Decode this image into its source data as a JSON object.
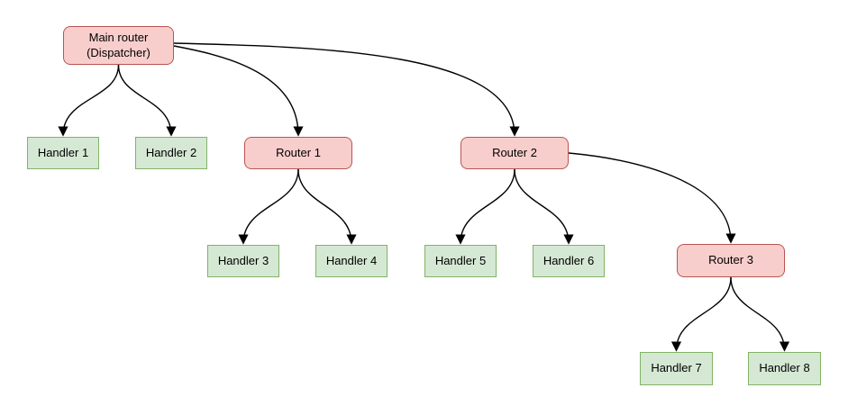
{
  "diagram_type": "tree",
  "colors": {
    "background": "#ffffff",
    "router_fill": "#f8cecc",
    "router_border": "#b85450",
    "handler_fill": "#d5e8d4",
    "handler_border": "#82b366",
    "edge": "#000000",
    "text": "#000000"
  },
  "nodes": [
    {
      "id": "main-router",
      "type": "router",
      "label": "Main router\n(Dispatcher)"
    },
    {
      "id": "handler-1",
      "type": "handler",
      "label": "Handler 1"
    },
    {
      "id": "handler-2",
      "type": "handler",
      "label": "Handler 2"
    },
    {
      "id": "router-1",
      "type": "router",
      "label": "Router 1"
    },
    {
      "id": "router-2",
      "type": "router",
      "label": "Router 2"
    },
    {
      "id": "handler-3",
      "type": "handler",
      "label": "Handler 3"
    },
    {
      "id": "handler-4",
      "type": "handler",
      "label": "Handler 4"
    },
    {
      "id": "handler-5",
      "type": "handler",
      "label": "Handler 5"
    },
    {
      "id": "handler-6",
      "type": "handler",
      "label": "Handler 6"
    },
    {
      "id": "router-3",
      "type": "router",
      "label": "Router 3"
    },
    {
      "id": "handler-7",
      "type": "handler",
      "label": "Handler 7"
    },
    {
      "id": "handler-8",
      "type": "handler",
      "label": "Handler 8"
    }
  ],
  "edges": [
    {
      "from": "main-router",
      "to": "handler-1"
    },
    {
      "from": "main-router",
      "to": "handler-2"
    },
    {
      "from": "main-router",
      "to": "router-1"
    },
    {
      "from": "main-router",
      "to": "router-2"
    },
    {
      "from": "router-1",
      "to": "handler-3"
    },
    {
      "from": "router-1",
      "to": "handler-4"
    },
    {
      "from": "router-2",
      "to": "handler-5"
    },
    {
      "from": "router-2",
      "to": "handler-6"
    },
    {
      "from": "router-2",
      "to": "router-3"
    },
    {
      "from": "router-3",
      "to": "handler-7"
    },
    {
      "from": "router-3",
      "to": "handler-8"
    }
  ]
}
